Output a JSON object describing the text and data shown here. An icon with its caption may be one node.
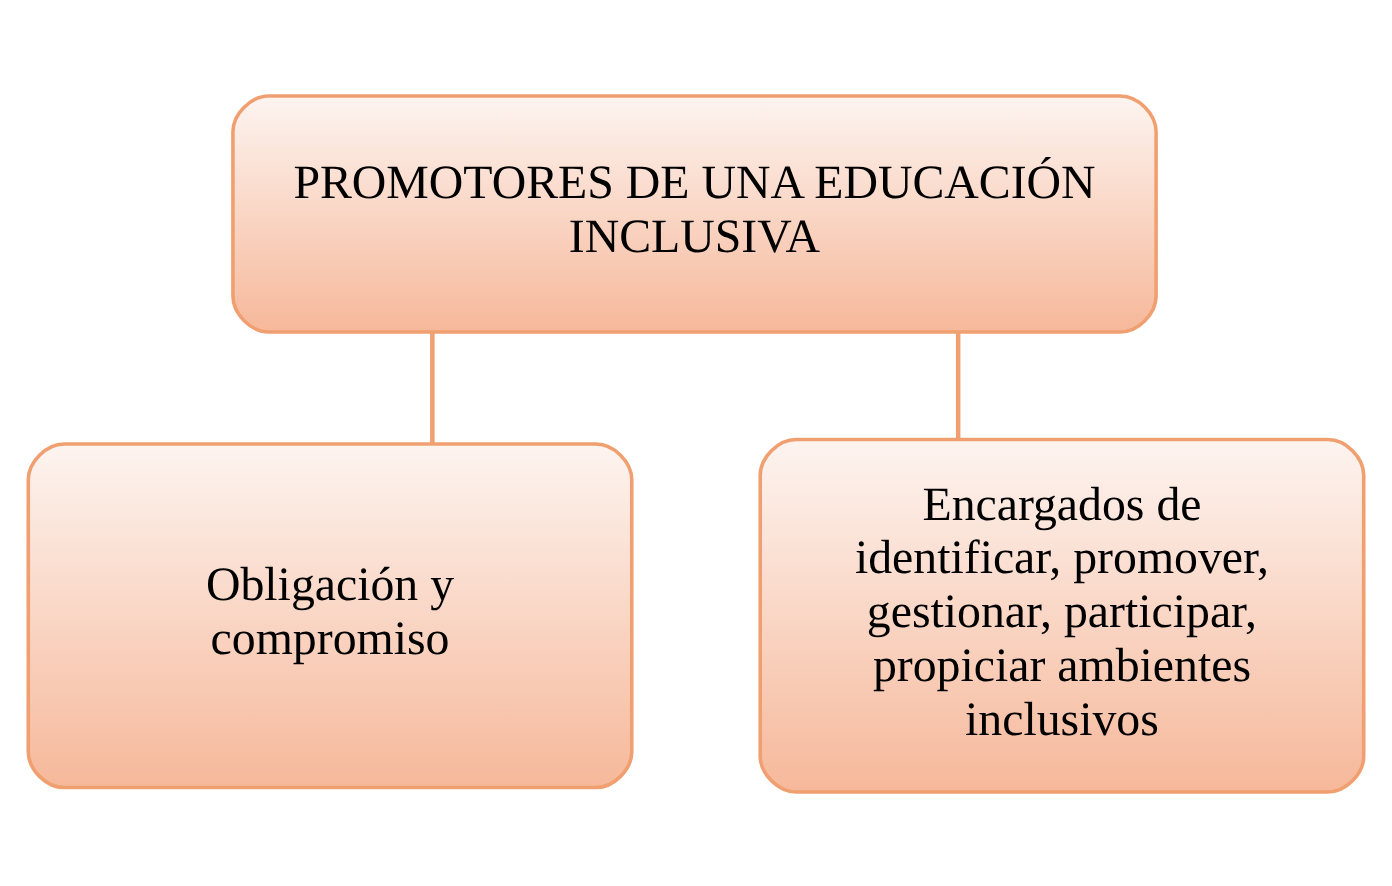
{
  "diagram": {
    "nodes": [
      {
        "text": [
          "PROMOTORES DE UNA EDUCACIÓN INCLUSIVA"
        ]
      },
      {
        "text": [
          "Obligación y compromiso"
        ]
      },
      {
        "text": [
          "Encargados de identificar, promover, gestionar, participar, propiciar ambientes inclusivos"
        ]
      }
    ],
    "edges": [
      {
        "from": 0,
        "to": 1,
        "arrow": "none"
      },
      {
        "from": 0,
        "to": 2,
        "arrow": "none"
      }
    ]
  }
}
